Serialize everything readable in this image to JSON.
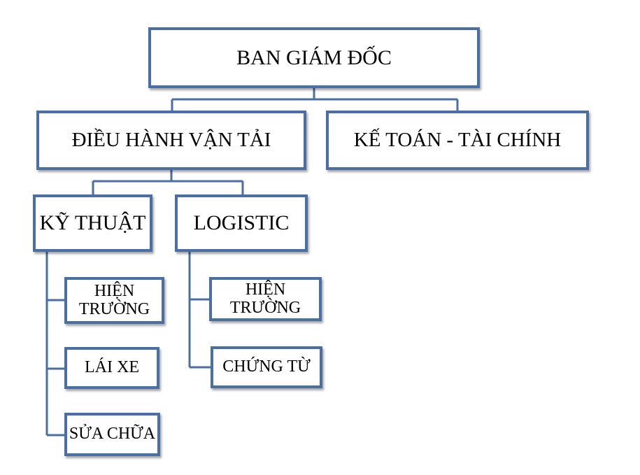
{
  "colors": {
    "box_border": "#4a6fa5",
    "connector": "#4a6fa5",
    "background": "#ffffff"
  },
  "org_chart": {
    "root": "BAN GIÁM ĐỐC",
    "departments": {
      "operations": "ĐIỀU HÀNH VẬN TẢI",
      "finance": "KẾ TOÁN - TÀI CHÍNH"
    },
    "divisions": {
      "technical": "KỸ THUẬT",
      "logistic": "LOGISTIC"
    },
    "technical_units": {
      "field": "HIỆN TRƯỜNG",
      "driving": "LÁI XE",
      "repair": "SỬA CHỮA"
    },
    "logistic_units": {
      "field": "HIỆN TRƯỜNG",
      "documents": "CHỨNG TỪ"
    }
  }
}
